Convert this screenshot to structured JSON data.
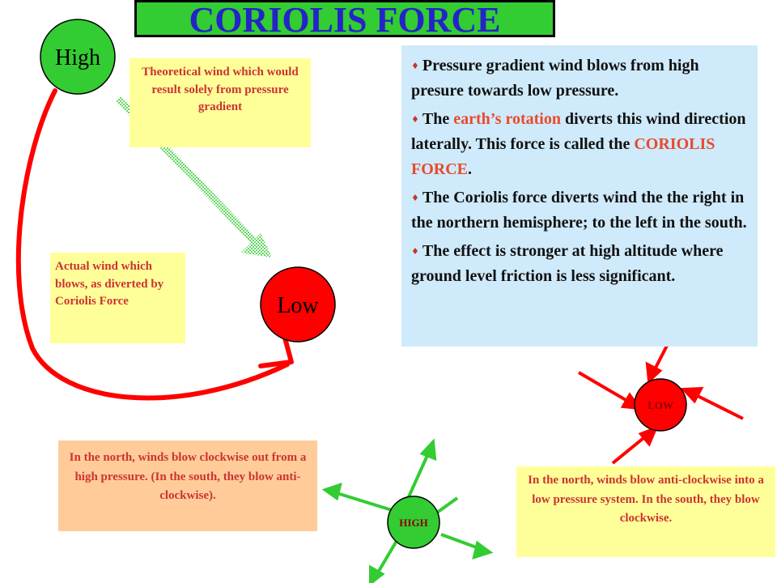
{
  "title": "CORIOLIS FORCE",
  "colors": {
    "green": "#33cc33",
    "red": "#ff0000",
    "title_blue": "#2424c8",
    "info_bg": "#cfeafa",
    "yellow": "#ffff99",
    "peach": "#ffcc99",
    "label_red": "#cc3333"
  },
  "nodes": {
    "high": "High",
    "low": "Low",
    "small_low": "LOW",
    "small_high": "HIGH"
  },
  "labels": {
    "theoretical_wind": "Theoretical wind which would result solely from pressure gradient",
    "actual_wind": "Actual wind which blows, as diverted by Coriolis Force"
  },
  "info": {
    "bullet_icon": "diamond-bullet-icon",
    "p1": "Pressure gradient wind blows from high presure towards low pressure.",
    "p2_a": "The ",
    "p2_b": "earth’s rotation",
    "p2_c": " diverts this wind direction laterally. This force is called the ",
    "p2_d": "CORIOLIS FORCE",
    "p2_e": ".",
    "p3": "The Coriolis force diverts wind the the right in the northern hemisphere; to the left in the south.",
    "p4": "The effect is stronger at high altitude where ground level friction is less significant."
  },
  "north_high_text": "In the north, winds blow clockwise out from a high pressure. (In the south, they blow anti-clockwise).",
  "north_low_text": "In the north, winds blow anti-clockwise into a low pressure system. In the south, they blow clockwise."
}
